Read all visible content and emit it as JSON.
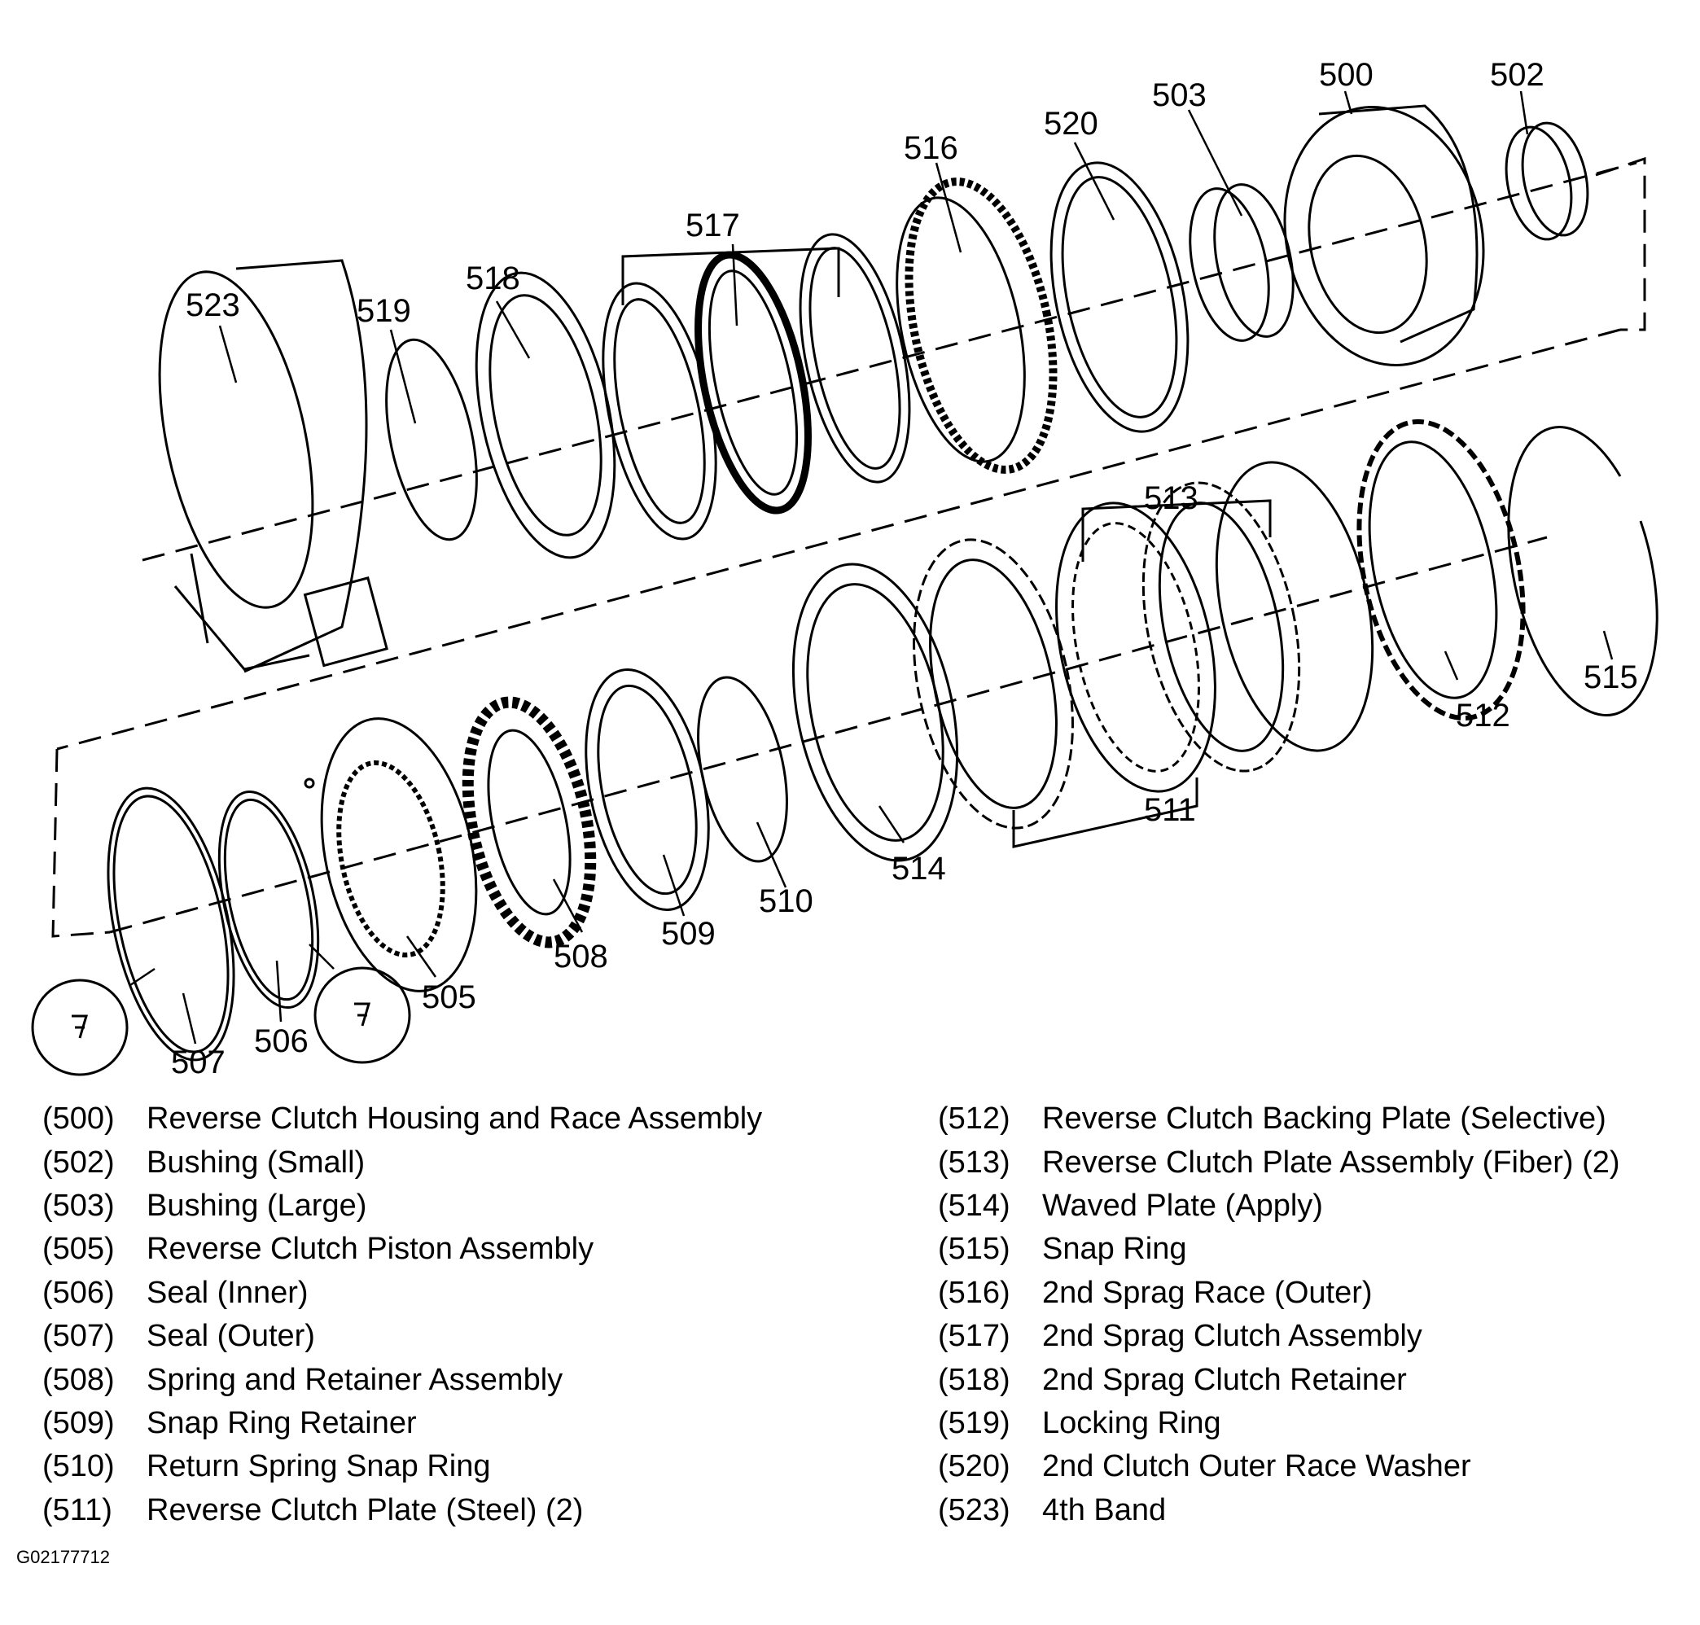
{
  "diagram": {
    "callouts": {
      "c500": "500",
      "c502": "502",
      "c503": "503",
      "c520": "520",
      "c516": "516",
      "c517": "517",
      "c518": "518",
      "c519": "519",
      "c523": "523",
      "c513": "513",
      "c512": "512",
      "c515": "515",
      "c511": "511",
      "c514": "514",
      "c510": "510",
      "c509": "509",
      "c508": "508",
      "c505": "505",
      "c506": "506",
      "c507": "507"
    }
  },
  "legend": {
    "left": [
      {
        "num": "(500)",
        "desc": "Reverse Clutch Housing and Race Assembly"
      },
      {
        "num": "(502)",
        "desc": "Bushing (Small)"
      },
      {
        "num": "(503)",
        "desc": "Bushing (Large)"
      },
      {
        "num": "(505)",
        "desc": "Reverse Clutch Piston Assembly"
      },
      {
        "num": "(506)",
        "desc": "Seal (Inner)"
      },
      {
        "num": "(507)",
        "desc": "Seal (Outer)"
      },
      {
        "num": "(508)",
        "desc": "Spring and Retainer Assembly"
      },
      {
        "num": "(509)",
        "desc": "Snap Ring Retainer"
      },
      {
        "num": "(510)",
        "desc": "Return Spring Snap Ring"
      },
      {
        "num": "(511)",
        "desc": "Reverse Clutch Plate (Steel) (2)"
      }
    ],
    "right": [
      {
        "num": "(512)",
        "desc": "Reverse Clutch Backing Plate (Selective)"
      },
      {
        "num": "(513)",
        "desc": "Reverse Clutch Plate Assembly (Fiber) (2)"
      },
      {
        "num": "(514)",
        "desc": "Waved Plate (Apply)"
      },
      {
        "num": "(515)",
        "desc": "Snap Ring"
      },
      {
        "num": "(516)",
        "desc": "2nd Sprag Race (Outer)"
      },
      {
        "num": "(517)",
        "desc": "2nd Sprag Clutch Assembly"
      },
      {
        "num": "(518)",
        "desc": "2nd Sprag Clutch Retainer"
      },
      {
        "num": "(519)",
        "desc": "Locking Ring"
      },
      {
        "num": "(520)",
        "desc": "2nd Clutch Outer Race Washer"
      },
      {
        "num": "(523)",
        "desc": "4th  Band"
      }
    ]
  },
  "figure_id": "G02177712"
}
